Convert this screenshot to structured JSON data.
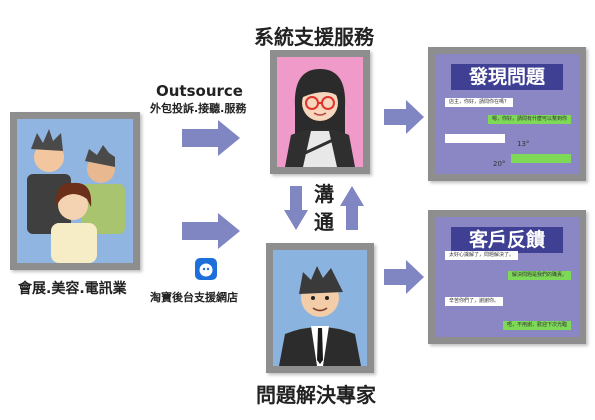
{
  "titles": {
    "system_support": "系統支援服務",
    "problem_expert": "問題解決專家",
    "communicate_1": "溝",
    "communicate_2": "通"
  },
  "left_panel": {
    "industries": "會展.美容.電訊業"
  },
  "channels": {
    "outsource_title": "Outsource",
    "outsource_subtitle": "外包投訴.接聽.服務",
    "taobao_label": "淘寶後台支援網店"
  },
  "chat_discover": {
    "title": "發現問題",
    "msg1": "店主，你好，請問你在嗎？",
    "msg2": "嗯，你好，請問有什麼可以幫到你",
    "temp1": "13°",
    "temp2": "20°"
  },
  "chat_feedback": {
    "title": "客戶反饋",
    "msg1": "太好心識解了，問題解決了。",
    "msg2": "解決問題是我們的職責。",
    "msg3": "辛苦你們了，謝謝你。",
    "msg4": "唔，不用謝，歡迎下次光臨"
  },
  "colors": {
    "arrow": "#7f86c2",
    "frame": "#8e8e8e",
    "chat_bg": "#8a87c4",
    "chat_header": "#3f3f94",
    "bubble_green": "#7ed957",
    "agent_bg": "#ef9ac8",
    "expert_bg": "#8bb3df",
    "group_bg": "#8fb5e0"
  },
  "icons": [
    "group-people-icon",
    "customer-service-agent-icon",
    "business-expert-icon",
    "taobao-app-icon",
    "arrow-right-icon",
    "arrow-up-icon",
    "arrow-down-icon"
  ]
}
